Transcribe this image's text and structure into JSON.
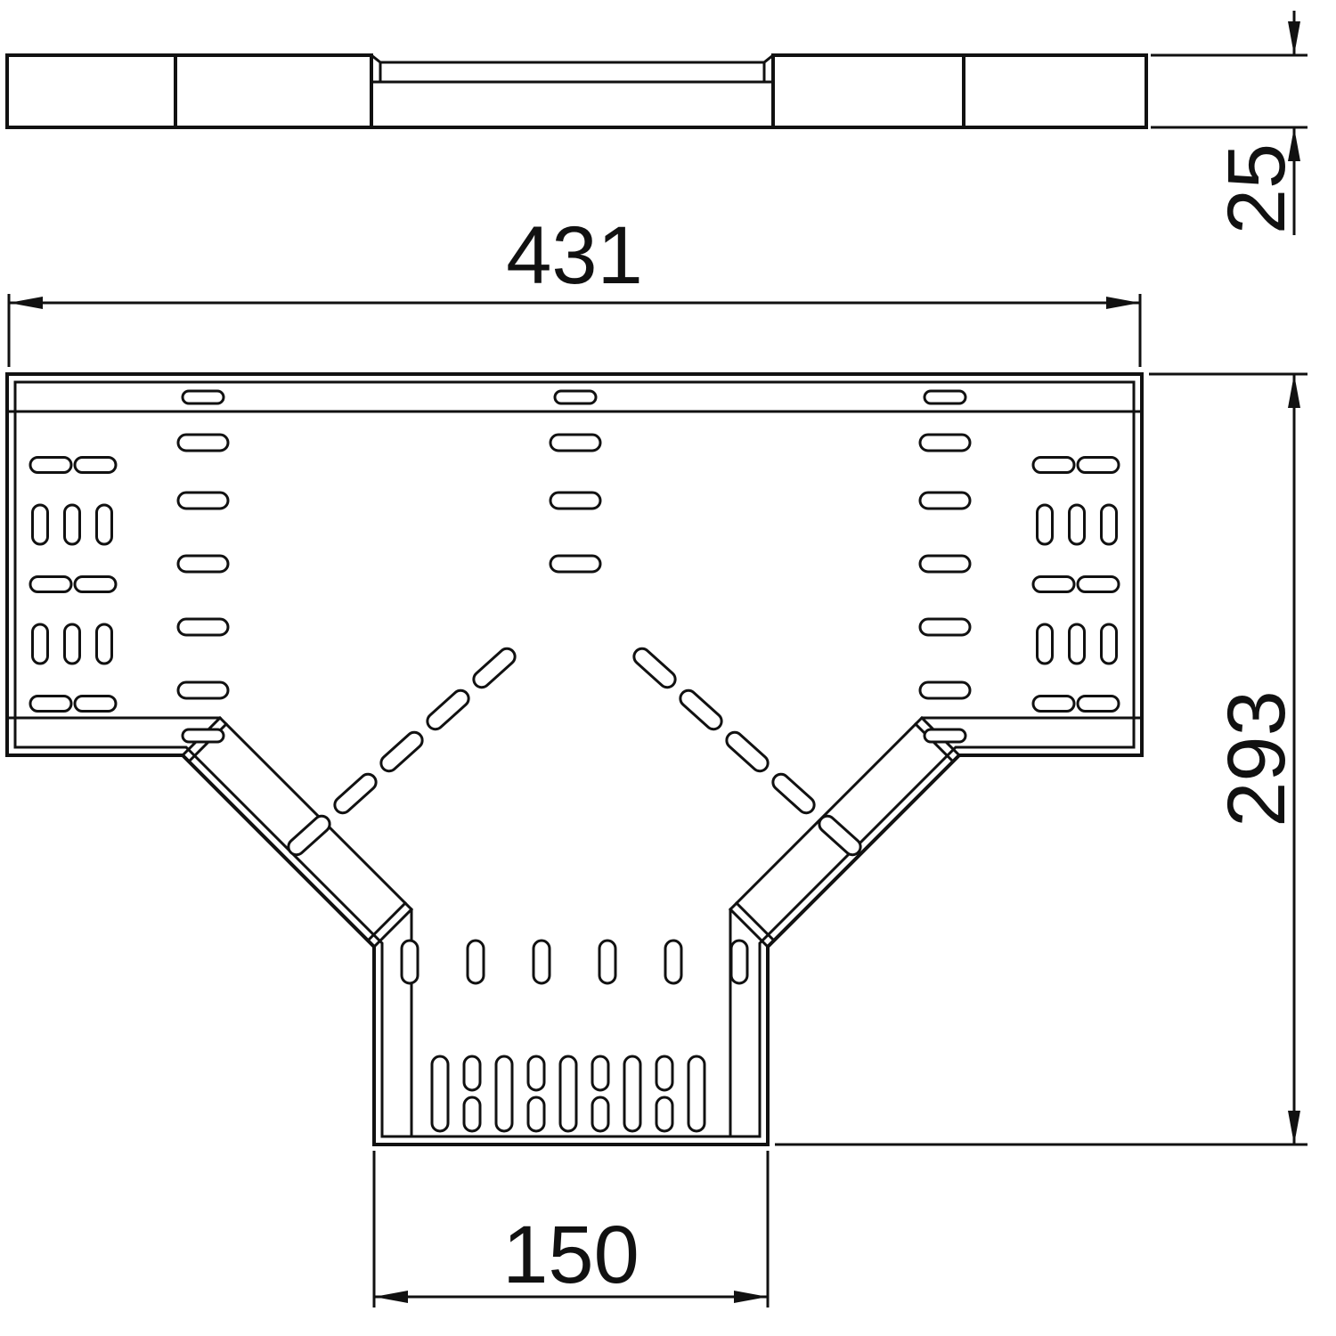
{
  "dimensions": {
    "width": "431",
    "height": "25",
    "depth": "293",
    "branch": "150"
  }
}
